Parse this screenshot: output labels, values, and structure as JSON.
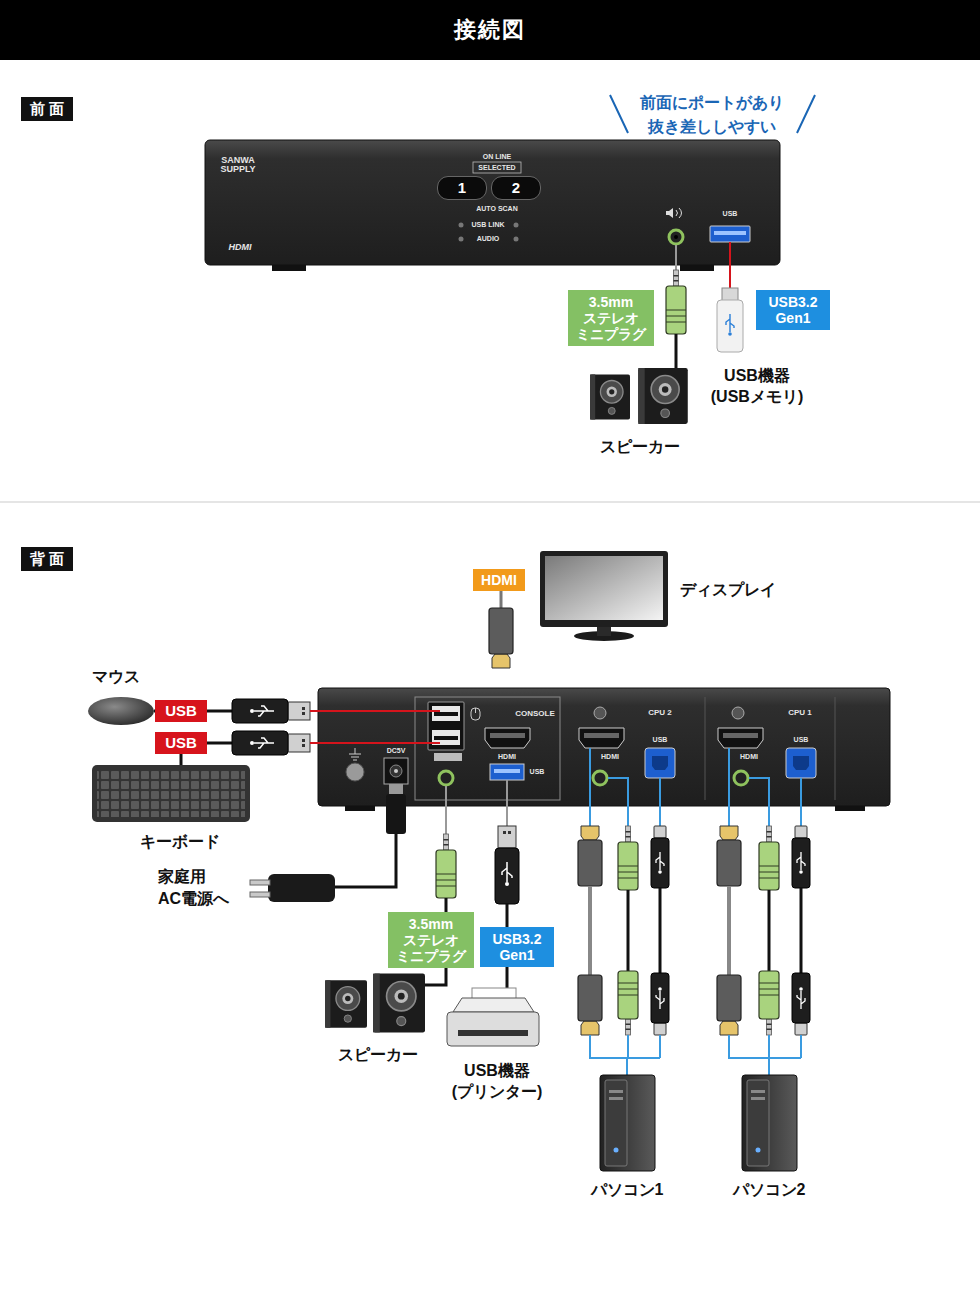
{
  "diagram": {
    "title": "接続図",
    "nodes": [
      {
        "text": [
          "前 面"
        ]
      },
      {
        "text": [
          "SANWA SUPPLY",
          "HDMI",
          "ON LINE",
          "SELECTED",
          "AUTO SCAN",
          "USB LINK",
          "AUDIO",
          "USB"
        ]
      },
      {
        "text": [
          "1"
        ],
        "in": 1
      },
      {
        "text": [
          "2"
        ],
        "in": 1
      },
      {
        "text": [
          "3.5mm ステレオ ミニプラグ"
        ]
      },
      {
        "text": [
          "USB3.2 Gen1"
        ]
      },
      {
        "text": [
          "背 面"
        ]
      },
      {
        "text": [
          "HDMI"
        ]
      },
      {
        "text": [
          "USB"
        ]
      },
      {
        "text": [
          "USB"
        ]
      },
      {
        "text": [
          "DC5V",
          "CONSOLE",
          "HDMI",
          "USB",
          "CPU 2",
          "HDMI",
          "USB",
          "CPU 1",
          "HDMI",
          "USB"
        ]
      },
      {
        "text": [
          "3.5mm ステレオ ミニプラグ"
        ]
      },
      {
        "text": [
          "USB3.2 Gen1"
        ]
      }
    ],
    "labels": [
      "前面にポートがあり 抜き差ししやすい",
      "USB機器 (USBメモリ)",
      "スピーカー",
      "ディスプレイ",
      "マウス",
      "キーボード",
      "家庭用 AC電源へ",
      "スピーカー",
      "USB機器 (プリンター)",
      "パソコン1",
      "パソコン2"
    ]
  }
}
